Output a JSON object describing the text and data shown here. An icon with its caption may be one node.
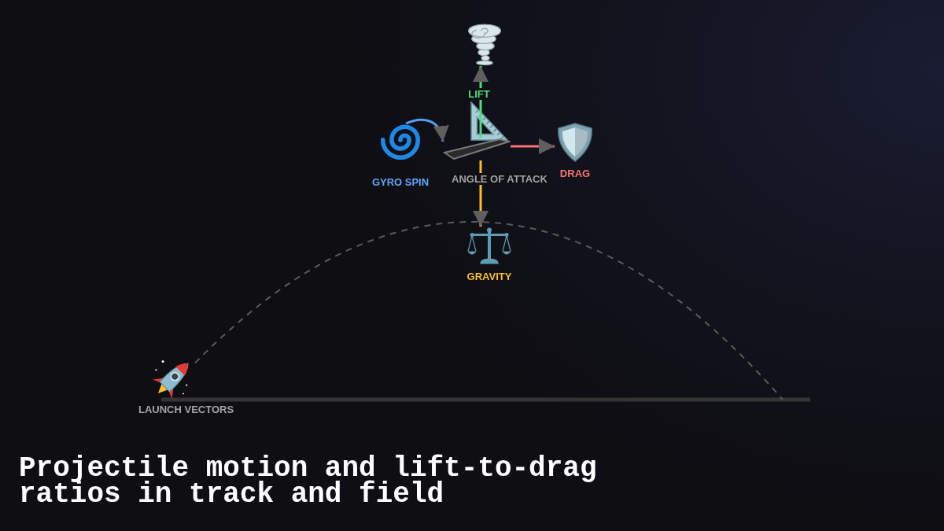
{
  "diagram": {
    "title": "Projectile motion and lift-to-drag ratios in track and field",
    "nodes": [
      {
        "text": [],
        "shape": "picture"
      },
      {
        "text": [
          "GYRO SPIN"
        ]
      },
      {
        "text": [],
        "shape": "picture",
        "beside": [
          "ANGLE OF ATTACK"
        ]
      },
      {
        "text": [
          "DRAG"
        ]
      },
      {
        "text": [
          "GRAVITY"
        ]
      }
    ],
    "edges": [
      {
        "from": 2,
        "to": 0,
        "arrow": "to",
        "label": "LIFT",
        "color": "#4ade80"
      },
      {
        "from": 2,
        "to": 3,
        "arrow": "to",
        "color": "#f87171"
      },
      {
        "from": 2,
        "to": 4,
        "arrow": "to",
        "color": "#fbbf24"
      },
      {
        "from": 1,
        "to": 2,
        "arrow": "to",
        "color": "#4f9ef0"
      }
    ],
    "labels": [
      "LAUNCH VECTORS"
    ]
  }
}
